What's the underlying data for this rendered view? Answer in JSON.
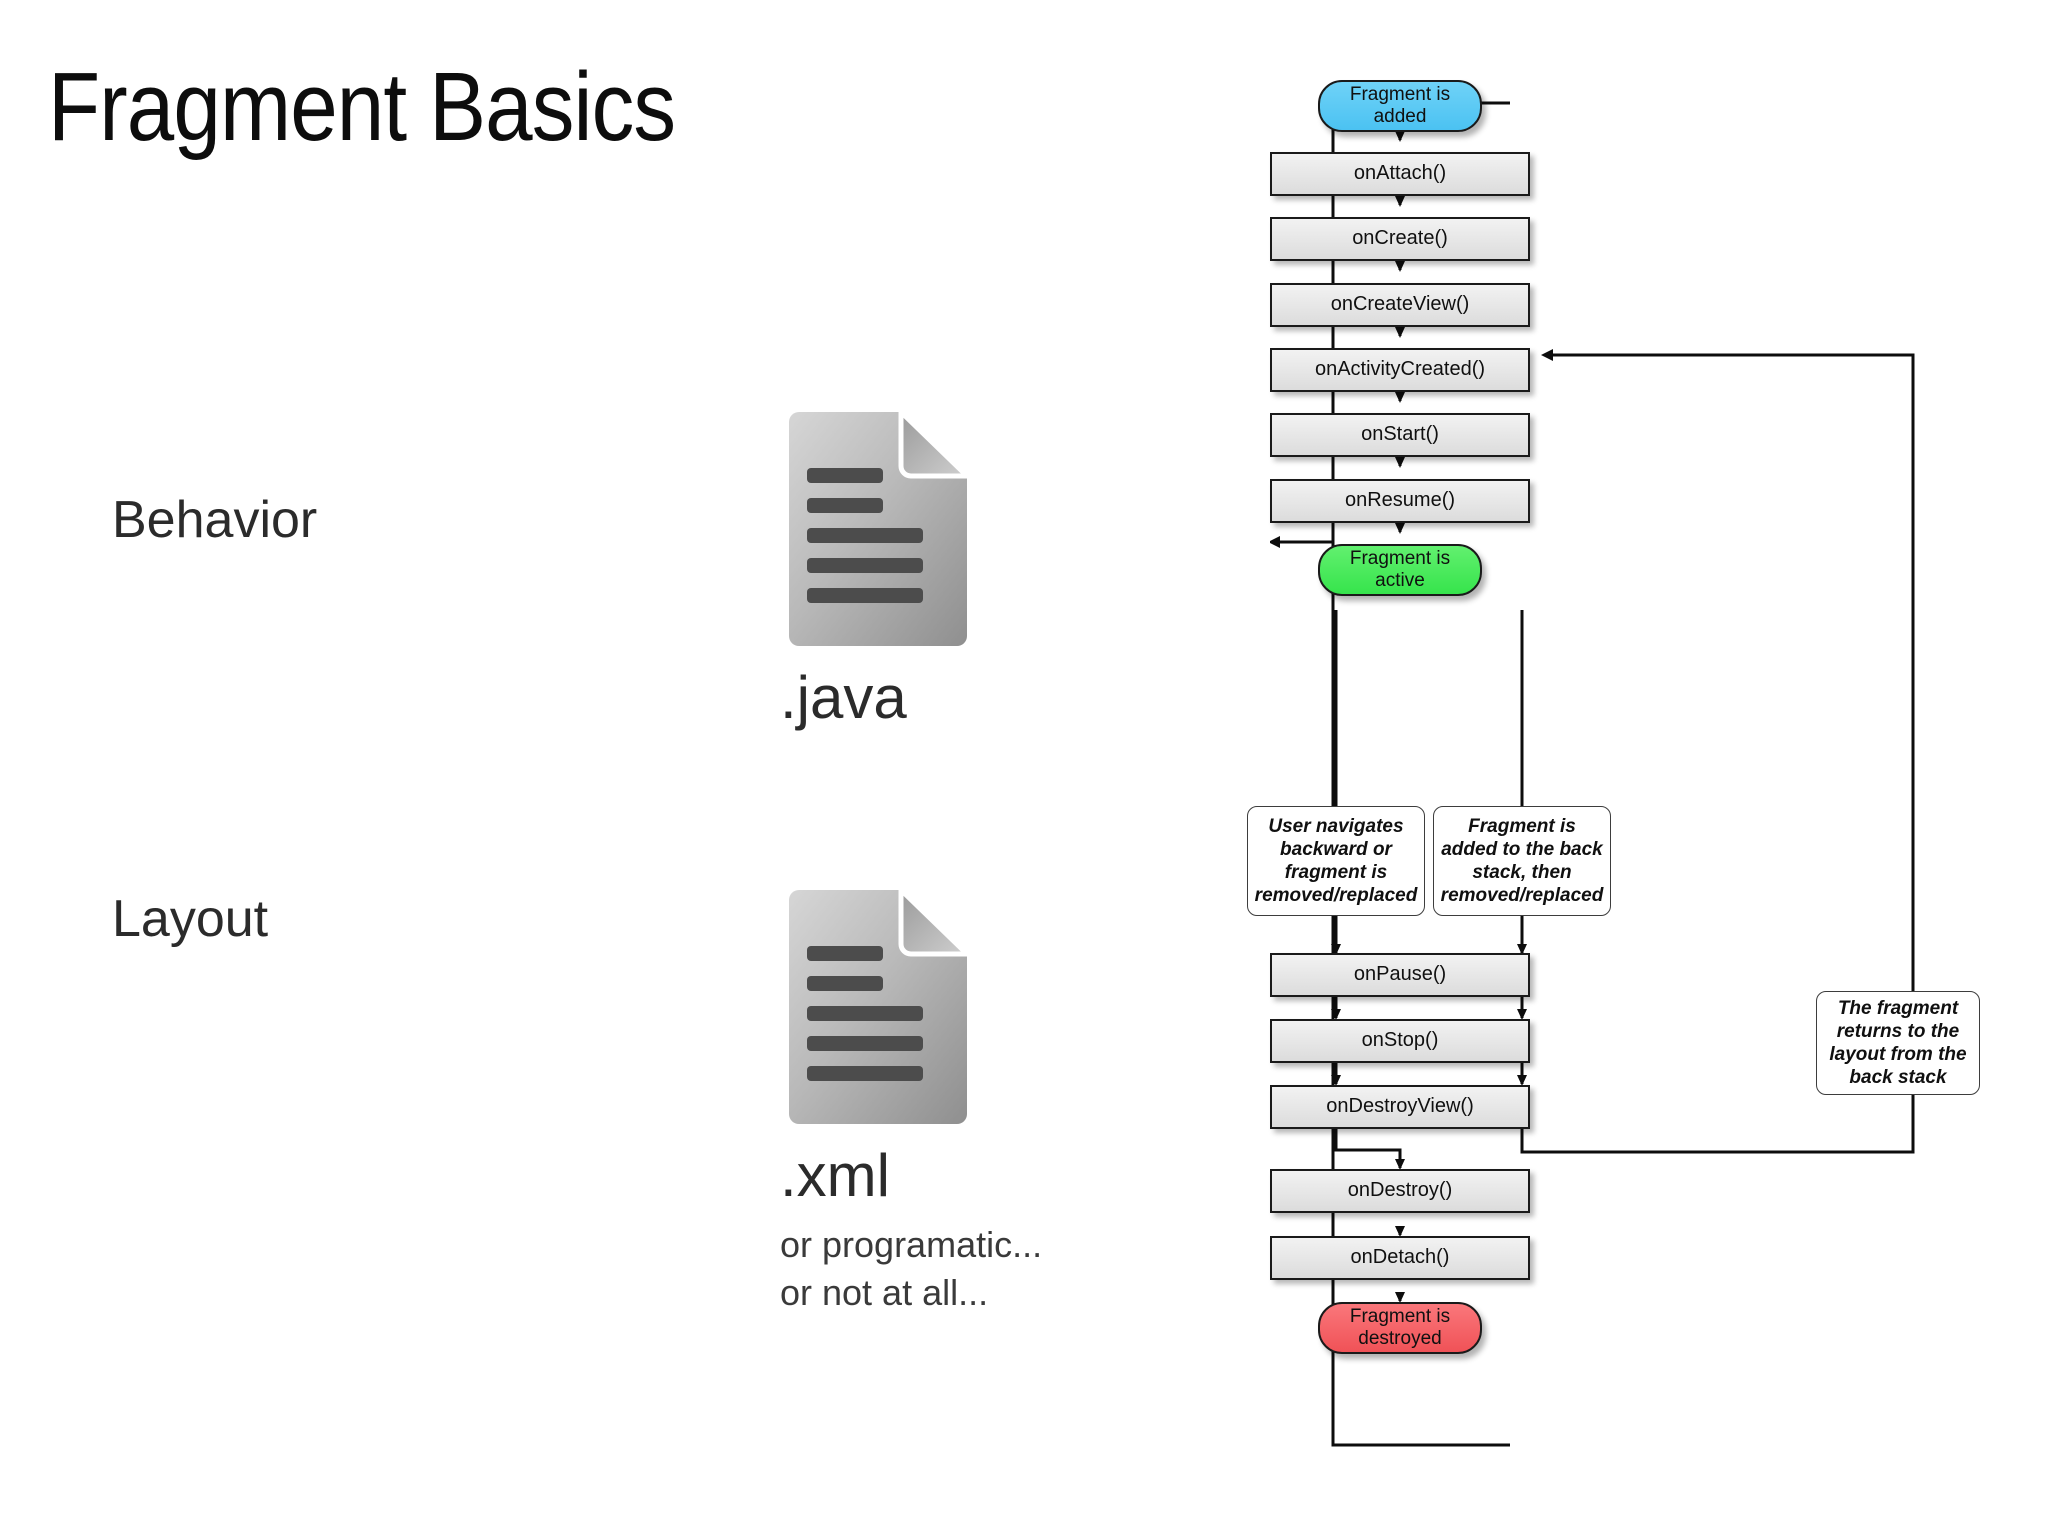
{
  "slide": {
    "title": "Fragment Basics",
    "rows": [
      {
        "label": "Behavior",
        "icon": "document-icon",
        "extension": ".java"
      },
      {
        "label": "Layout",
        "icon": "document-icon",
        "extension": ".xml"
      }
    ],
    "layout_notes": [
      "or programatic...",
      "or not at all..."
    ]
  },
  "diagram": {
    "name": "fragment-lifecycle",
    "colors": {
      "state_added": "#4bc2f2",
      "state_active": "#36e44c",
      "state_destroyed": "#f05257",
      "method_box": "#e6e6e6",
      "border": "#1a1a1a",
      "note_box": "#ffffff"
    },
    "states": {
      "added": "Fragment is\nadded",
      "added_line1": "Fragment is",
      "added_line2": "added",
      "active_line1": "Fragment is",
      "active_line2": "active",
      "destroyed_line1": "Fragment is",
      "destroyed_line2": "destroyed"
    },
    "methods": [
      "onAttach()",
      "onCreate()",
      "onCreateView()",
      "onActivityCreated()",
      "onStart()",
      "onResume()",
      "onPause()",
      "onStop()",
      "onDestroyView()",
      "onDestroy()",
      "onDetach()"
    ],
    "notes": [
      {
        "id": "user-navigates",
        "lines": [
          "User navigates",
          "backward or",
          "fragment is",
          "removed/replaced"
        ]
      },
      {
        "id": "back-stack",
        "lines": [
          "Fragment is",
          "added to the back",
          "stack, then",
          "removed/replaced"
        ]
      },
      {
        "id": "returns-layout",
        "lines": [
          "The fragment",
          "returns to the",
          "layout from the",
          "back stack"
        ]
      }
    ]
  }
}
